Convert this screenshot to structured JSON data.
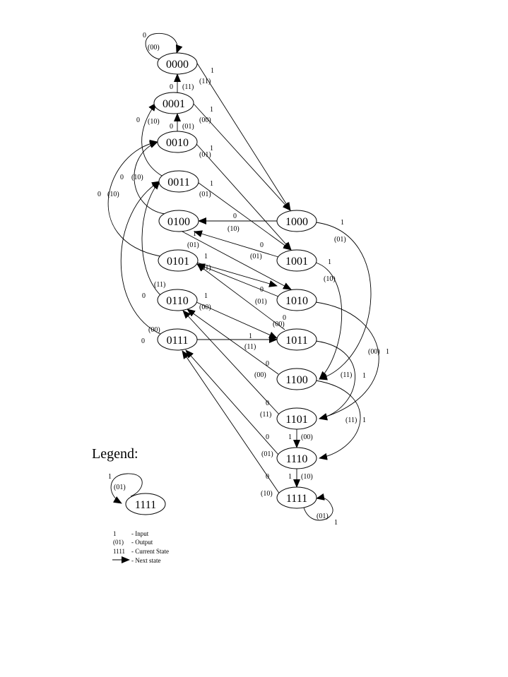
{
  "states": [
    "0000",
    "0001",
    "0010",
    "0011",
    "0100",
    "0101",
    "0110",
    "0111",
    "1000",
    "1001",
    "1010",
    "1011",
    "1100",
    "1101",
    "1110",
    "1111"
  ],
  "transitions": [
    {
      "from": "0000",
      "to": "0000",
      "input": "0",
      "output": "(00)"
    },
    {
      "from": "0000",
      "to": "1000",
      "input": "1",
      "output": "(11)"
    },
    {
      "from": "0001",
      "to": "0000",
      "input": "0",
      "output": "(11)"
    },
    {
      "from": "0001",
      "to": "1000",
      "input": "1",
      "output": "(00)"
    },
    {
      "from": "0010",
      "to": "0001",
      "input": "0",
      "output": "(01)"
    },
    {
      "from": "0010",
      "to": "1001",
      "input": "1",
      "output": "(01)"
    },
    {
      "from": "0011",
      "to": "0001",
      "input": "0",
      "output": "(10)"
    },
    {
      "from": "0011",
      "to": "1001",
      "input": "1",
      "output": "(01)"
    },
    {
      "from": "0100",
      "to": "0010",
      "input": "0",
      "output": "(10)"
    },
    {
      "from": "0100",
      "to": "1010",
      "input": "1",
      "output": "(01)"
    },
    {
      "from": "0101",
      "to": "0010",
      "input": "0",
      "output": "(10)"
    },
    {
      "from": "0101",
      "to": "1010",
      "input": "1",
      "output": "(01)"
    },
    {
      "from": "0110",
      "to": "0011",
      "input": "0",
      "output": "(11)"
    },
    {
      "from": "0110",
      "to": "1011",
      "input": "1",
      "output": "(00)"
    },
    {
      "from": "0111",
      "to": "0011",
      "input": "0",
      "output": "(00)"
    },
    {
      "from": "0111",
      "to": "1011",
      "input": "1",
      "output": "(11)"
    },
    {
      "from": "1000",
      "to": "0100",
      "input": "0",
      "output": "(10)"
    },
    {
      "from": "1000",
      "to": "1100",
      "input": "1",
      "output": "(01)"
    },
    {
      "from": "1001",
      "to": "0100",
      "input": "0",
      "output": "(01)"
    },
    {
      "from": "1001",
      "to": "1100",
      "input": "1",
      "output": "(10)"
    },
    {
      "from": "1010",
      "to": "0101",
      "input": "0",
      "output": "(01)"
    },
    {
      "from": "1010",
      "to": "1101",
      "input": "1",
      "output": "(00)"
    },
    {
      "from": "1011",
      "to": "0101",
      "input": "0",
      "output": "(00)"
    },
    {
      "from": "1011",
      "to": "1101",
      "input": "1",
      "output": "(11)"
    },
    {
      "from": "1100",
      "to": "0110",
      "input": "0",
      "output": "(00)"
    },
    {
      "from": "1100",
      "to": "1110",
      "input": "1",
      "output": "(11)"
    },
    {
      "from": "1101",
      "to": "0110",
      "input": "0",
      "output": "(11)"
    },
    {
      "from": "1101",
      "to": "1110",
      "input": "1",
      "output": "(00)"
    },
    {
      "from": "1110",
      "to": "0111",
      "input": "0",
      "output": "(01)"
    },
    {
      "from": "1110",
      "to": "1111",
      "input": "1",
      "output": "(10)"
    },
    {
      "from": "1111",
      "to": "0111",
      "input": "0",
      "output": "(10)"
    },
    {
      "from": "1111",
      "to": "1111",
      "input": "1",
      "output": "(01)"
    }
  ],
  "legend": {
    "title": "Legend:",
    "example_state": "1111",
    "example_input": "1",
    "example_output": "(01)",
    "keys": [
      {
        "symbol": "1",
        "meaning": "- Input"
      },
      {
        "symbol": "(01)",
        "meaning": "- Output"
      },
      {
        "symbol": "1111",
        "meaning": "- Current State"
      },
      {
        "symbol": "",
        "meaning": "- Next state"
      }
    ]
  },
  "colors": {
    "stroke": "#000000",
    "background": "#ffffff"
  }
}
